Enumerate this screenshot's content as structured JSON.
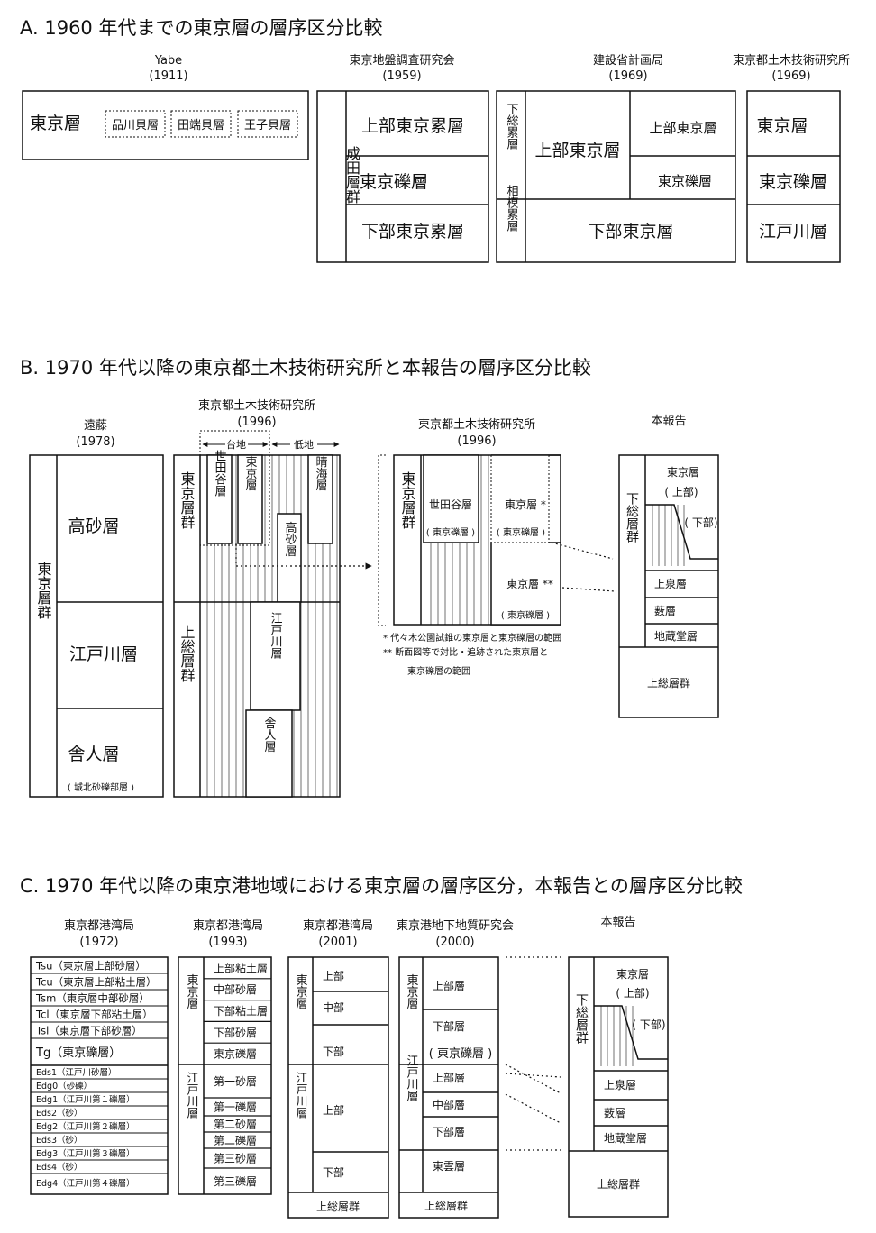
{
  "section_a": {
    "title": "A. 1960 年代までの東京層の層序区分比較",
    "yabe": {
      "name": "Yabe",
      "year": "(1911)",
      "main": "東京層",
      "sub": [
        "品川貝層",
        "田端貝層",
        "王子貝層"
      ]
    },
    "chiban": {
      "name": "東京地盤調査研究会",
      "year": "(1959)",
      "group": "成田層群",
      "units": [
        "上部東京累層",
        "東京礫層",
        "下部東京累層"
      ]
    },
    "kensetsu": {
      "name": "建設省計画局",
      "year": "(1969)",
      "shimousa": "下総累層",
      "sagami": "相模累層",
      "upper": "上部東京層",
      "upper_sub": [
        "上部東京層",
        "東京礫層"
      ],
      "lower": "下部東京層"
    },
    "tokyo": {
      "name": "東京都土木技術研究所",
      "year": "(1969)",
      "units": [
        "東京層",
        "東京礫層",
        "江戸川層"
      ]
    }
  },
  "section_b": {
    "title": "B. 1970 年代以降の東京都土木技術研究所と本報告の層序区分比較",
    "endo": {
      "name": "遠藤",
      "year": "(1978)",
      "group": "東京層群",
      "units": [
        "高砂層",
        "江戸川層",
        "舎人層"
      ],
      "note": "( 城北砂礫部層 )"
    },
    "doboku": {
      "name": "東京都土木技術研究所",
      "year": "(1996)",
      "daichi": "台地",
      "teichi": "低地",
      "group_upper": "東京層群",
      "group_lower": "上総層群",
      "setagaya": "世田谷層",
      "tokyo": "東京層",
      "harumi": "晴海層",
      "takasago": "高砂層",
      "edogawa": "江戸川層",
      "toneri": "舎人層"
    },
    "detail": {
      "name": "東京都土木技術研究所",
      "year": "(1996)",
      "group": "東京層群",
      "setagaya": "世田谷層",
      "gravel": "( 東京礫層 )",
      "tokyo1": "東京層 *",
      "gravel1": "( 東京礫層 )",
      "tokyo2": "東京層 **",
      "gravel2": "( 東京礫層 )",
      "note1": "* 代々木公園試錐の東京層と東京礫層の範囲",
      "note2": "** 断面図等で対比・追跡された東京層と",
      "note3": "東京礫層の範囲"
    },
    "report": {
      "name": "本報告",
      "group": "下総層群",
      "tokyo": "東京層",
      "upper": "( 上部)",
      "lower": "( 下部)",
      "units": [
        "上泉層",
        "薮層",
        "地蔵堂層"
      ],
      "kazusa": "上総層群"
    }
  },
  "section_c": {
    "title": "C. 1970 年代以降の東京港地域における東京層の層序区分，本報告との層序区分比較",
    "kowan1972": {
      "name": "東京都港湾局",
      "year": "(1972)",
      "rows": [
        "Tsu（東京層上部砂層）",
        "Tcu（東京層上部粘土層）",
        "Tsm（東京層中部砂層）",
        "Tcl（東京層下部粘土層）",
        "Tsl（東京層下部砂層）",
        "Tg（東京礫層）",
        "Eds1（江戸川砂層）",
        "Edg0（砂礫）",
        "Edg1（江戸川第１礫層）",
        "Eds2（砂）",
        "Edg2（江戸川第２礫層）",
        "Eds3（砂）",
        "Edg3（江戸川第３礫層）",
        "Eds4（砂）",
        "Edg4（江戸川第４礫層）"
      ]
    },
    "kowan1993": {
      "name": "東京都港湾局",
      "year": "(1993)",
      "group_tokyo": "東京層",
      "group_edogawa": "江戸川層",
      "units_tokyo": [
        "上部粘土層",
        "中部砂層",
        "下部粘土層",
        "下部砂層",
        "東京礫層"
      ],
      "units_edogawa": [
        "第一砂層",
        "第一礫層",
        "第二砂層",
        "第二礫層",
        "第三砂層",
        "第三礫層"
      ]
    },
    "kowan2001": {
      "name": "東京都港湾局",
      "year": "(2001)",
      "group_tokyo": "東京層",
      "group_edogawa": "江戸川層",
      "units_tokyo": [
        "上部",
        "中部",
        "下部"
      ],
      "units_edogawa": [
        "上部",
        "下部"
      ],
      "kazusa": "上総層群"
    },
    "chika2000": {
      "name": "東京港地下地質研究会",
      "year": "(2000)",
      "group_tokyo": "東京層",
      "group_edogawa": "江戸川層",
      "units_tokyo": [
        "上部層",
        "下部層"
      ],
      "gravel": "( 東京礫層 )",
      "units_edogawa": [
        "上部層",
        "中部層",
        "下部層"
      ],
      "higashikumo": "東雲層",
      "kazusa": "上総層群"
    },
    "report": {
      "name": "本報告",
      "group": "下総層群",
      "tokyo": "東京層",
      "upper": "( 上部)",
      "lower": "( 下部)",
      "units": [
        "上泉層",
        "薮層",
        "地蔵堂層"
      ],
      "kazusa": "上総層群"
    }
  }
}
